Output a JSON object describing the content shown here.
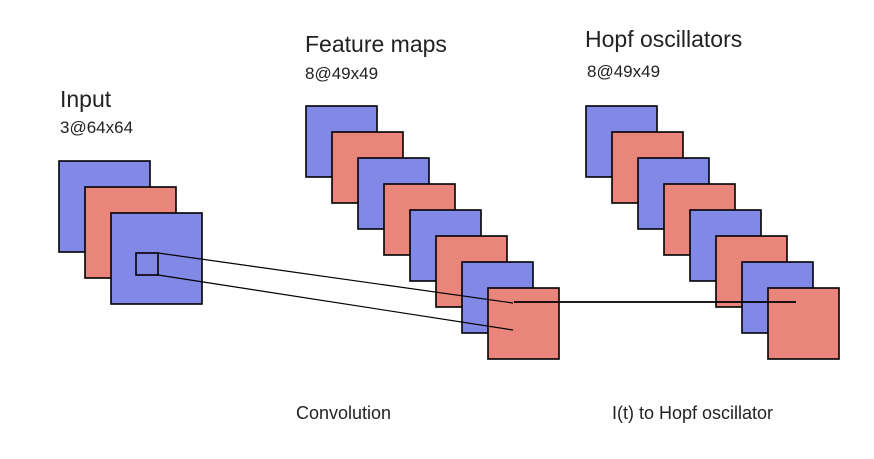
{
  "colors": {
    "blue": "#8188E6",
    "red": "#E9857A",
    "stroke": "#000000"
  },
  "input": {
    "title": "Input",
    "dims": "3@64x64",
    "sheets": [
      "blue",
      "red",
      "blue"
    ]
  },
  "feature_maps": {
    "title": "Feature maps",
    "dims": "8@49x49",
    "sheets": [
      "blue",
      "red",
      "blue",
      "red",
      "blue",
      "red",
      "blue",
      "red"
    ]
  },
  "hopf_oscillators": {
    "title": "Hopf oscillators",
    "dims": "8@49x49",
    "sheets": [
      "blue",
      "red",
      "blue",
      "red",
      "blue",
      "red",
      "blue",
      "red"
    ]
  },
  "captions": {
    "convolution": "Convolution",
    "hopf_input": "I(t) to Hopf oscillator"
  }
}
